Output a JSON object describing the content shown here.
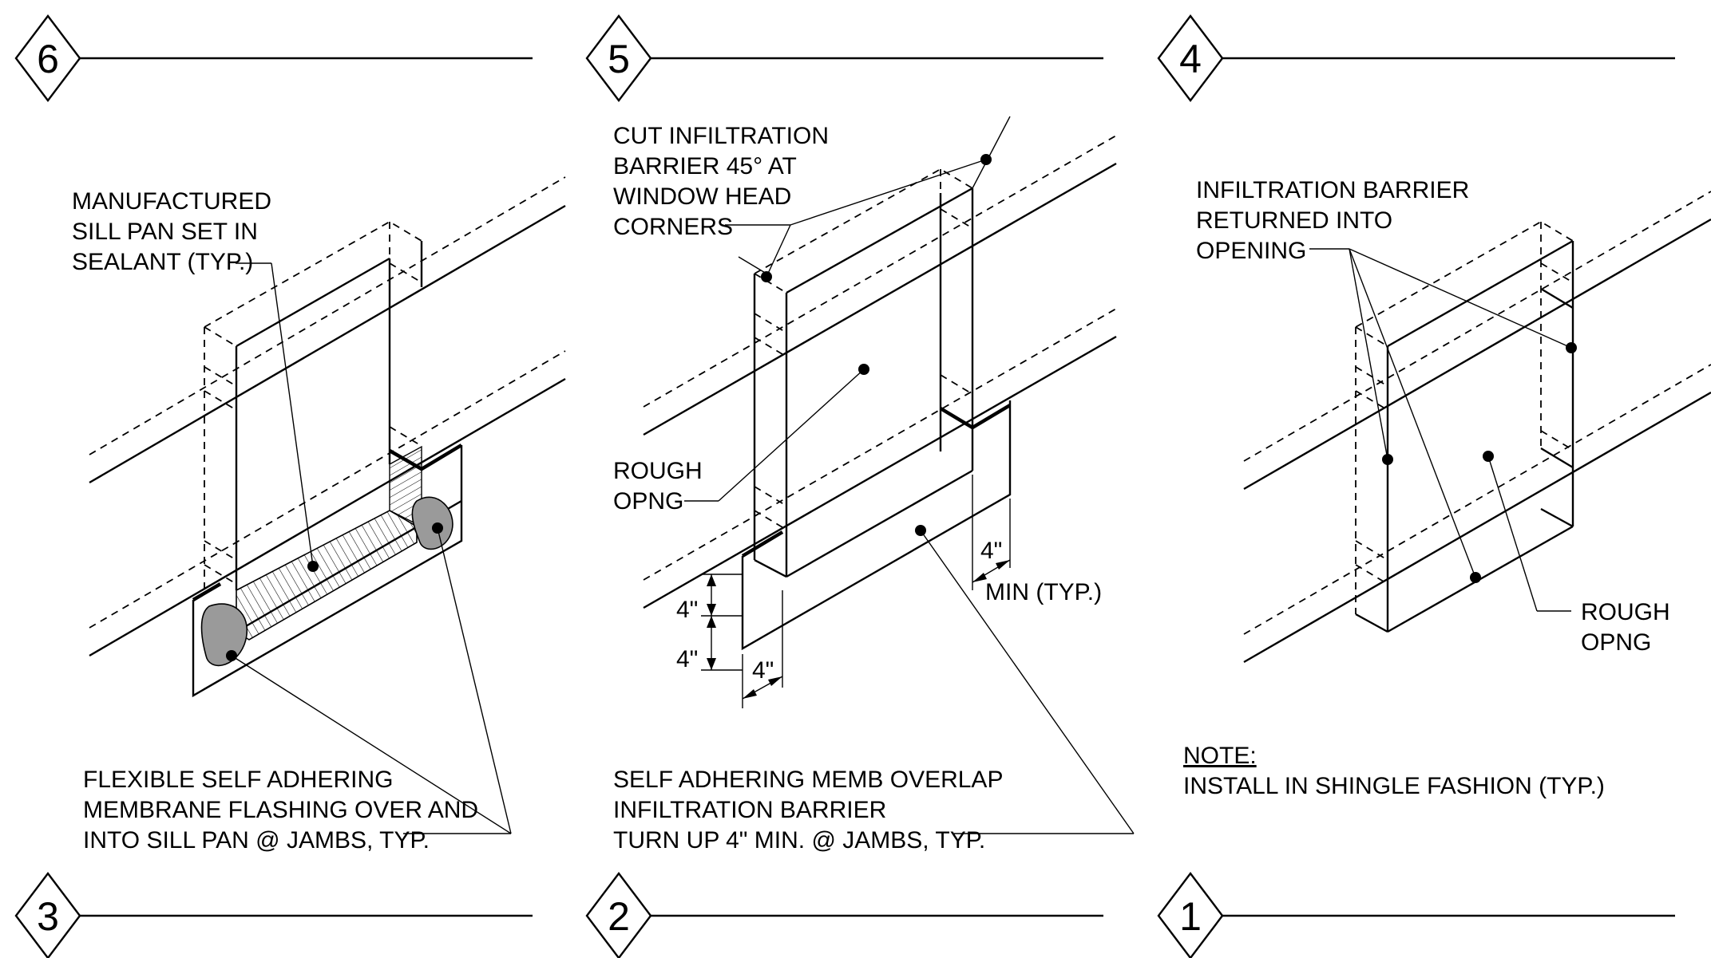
{
  "details": [
    {
      "number": "6",
      "notes": []
    },
    {
      "number": "5",
      "notes": [
        "CUT INFILTRATION",
        "BARRIER 45° AT",
        "WINDOW HEAD",
        "CORNERS",
        "ROUGH",
        "OPNG"
      ]
    },
    {
      "number": "4",
      "notes": [
        "INFILTRATION BARRIER",
        "RETURNED INTO",
        "OPENING",
        "ROUGH",
        "OPNG"
      ]
    },
    {
      "number": "3",
      "notes": [
        "MANUFACTURED",
        "SILL PAN SET IN",
        "SEALANT (TYP.)",
        "FLEXIBLE SELF ADHERING",
        "MEMBRANE FLASHING OVER AND",
        "INTO SILL PAN @ JAMBS, TYP."
      ]
    },
    {
      "number": "2",
      "notes": [
        "SELF ADHERING MEMB OVERLAP",
        "INFILTRATION BARRIER",
        "TURN UP 4\" MIN. @ JAMBS, TYP."
      ],
      "dimensions": [
        "4\"",
        "4\"",
        "4\"",
        "4\"",
        "MIN (TYP.)"
      ]
    },
    {
      "number": "1",
      "notes": [
        "NOTE:",
        "INSTALL IN SHINGLE FASHION (TYP.)"
      ]
    }
  ]
}
